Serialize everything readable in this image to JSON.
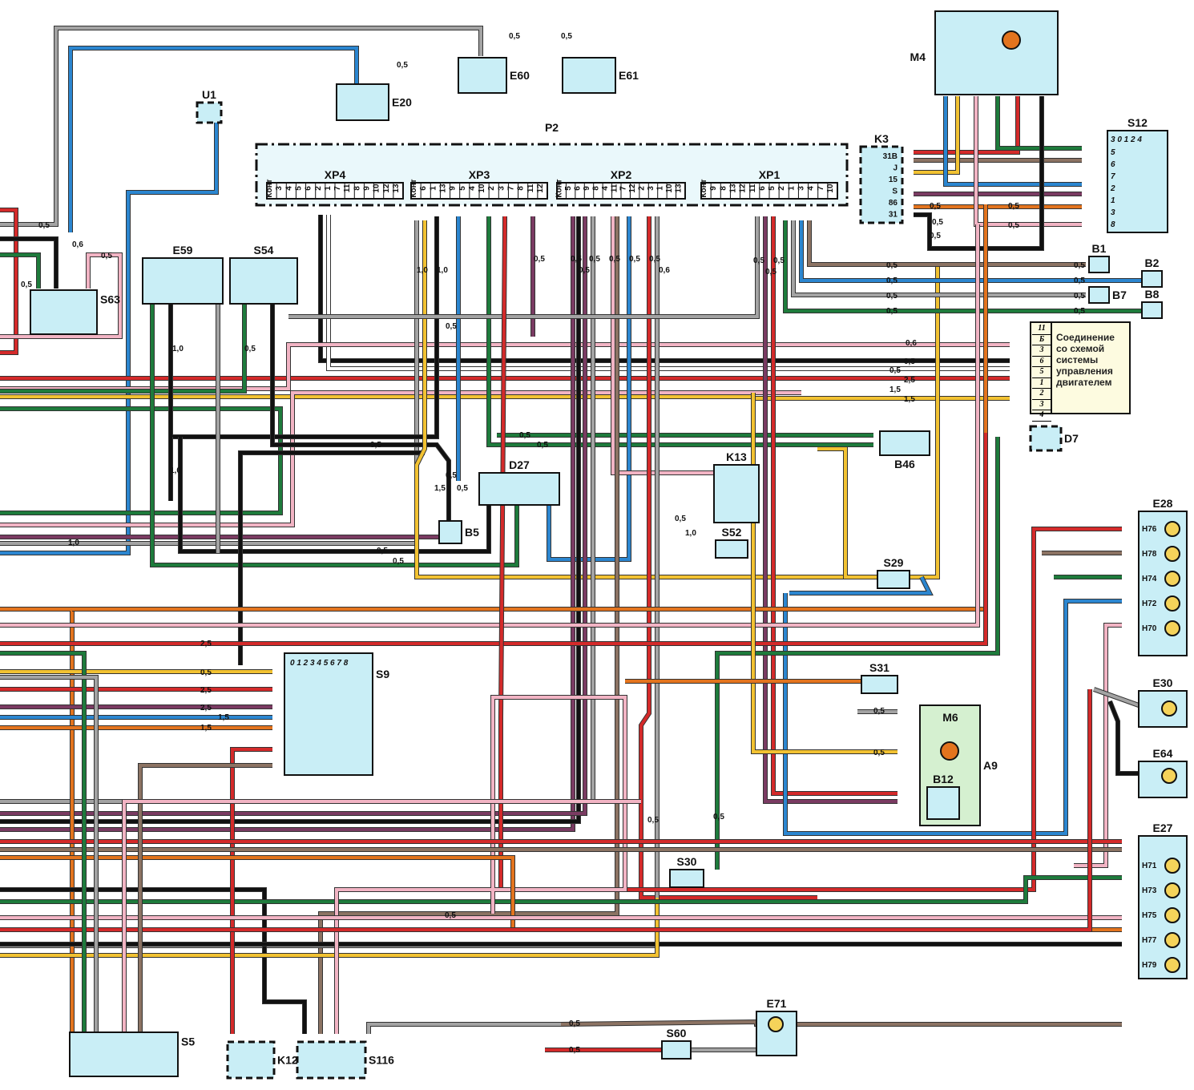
{
  "components": [
    {
      "id": "M4",
      "label": "M4"
    },
    {
      "id": "E20",
      "label": "E20"
    },
    {
      "id": "E60",
      "label": "E60"
    },
    {
      "id": "E61",
      "label": "E61"
    },
    {
      "id": "U1",
      "label": "U1"
    },
    {
      "id": "P2",
      "label": "P2"
    },
    {
      "id": "XP4",
      "label": "XP4"
    },
    {
      "id": "XP3",
      "label": "XP3"
    },
    {
      "id": "XP2",
      "label": "XP2"
    },
    {
      "id": "XP1",
      "label": "XP1"
    },
    {
      "id": "K3",
      "label": "K3"
    },
    {
      "id": "S12",
      "label": "S12"
    },
    {
      "id": "B1",
      "label": "B1"
    },
    {
      "id": "B2",
      "label": "B2"
    },
    {
      "id": "B7",
      "label": "B7"
    },
    {
      "id": "B8",
      "label": "B8"
    },
    {
      "id": "S63",
      "label": "S63"
    },
    {
      "id": "E59",
      "label": "E59"
    },
    {
      "id": "S54",
      "label": "S54"
    },
    {
      "id": "D7",
      "label": "D7"
    },
    {
      "id": "B46",
      "label": "B46"
    },
    {
      "id": "D27",
      "label": "D27"
    },
    {
      "id": "B5",
      "label": "B5"
    },
    {
      "id": "K13",
      "label": "K13"
    },
    {
      "id": "S52",
      "label": "S52"
    },
    {
      "id": "S29",
      "label": "S29"
    },
    {
      "id": "E28",
      "label": "E28"
    },
    {
      "id": "S9",
      "label": "S9"
    },
    {
      "id": "S31",
      "label": "S31"
    },
    {
      "id": "E30",
      "label": "E30"
    },
    {
      "id": "M6",
      "label": "M6"
    },
    {
      "id": "A9",
      "label": "A9"
    },
    {
      "id": "B12",
      "label": "B12"
    },
    {
      "id": "E64",
      "label": "E64"
    },
    {
      "id": "E27",
      "label": "E27"
    },
    {
      "id": "S30",
      "label": "S30"
    },
    {
      "id": "E71",
      "label": "E71"
    },
    {
      "id": "S60",
      "label": "S60"
    },
    {
      "id": "S5",
      "label": "S5"
    },
    {
      "id": "K12",
      "label": "K12"
    },
    {
      "id": "S116",
      "label": "S116"
    }
  ],
  "k3_pins": [
    "31B",
    "J",
    "15",
    "S",
    "86",
    "31"
  ],
  "s12_positions": "3 0 1 2 4",
  "s12_pins": [
    "5",
    "6",
    "7",
    "2",
    "1",
    "3",
    "8"
  ],
  "s9_positions": "0 1 2 3 4 5 6 7 8",
  "e28_lamps": [
    "H76",
    "H78",
    "H74",
    "H72",
    "H70"
  ],
  "e27_lamps": [
    "H71",
    "H73",
    "H75",
    "H77",
    "H79"
  ],
  "xp_pins": {
    "XP4": [
      "Конт",
      "3",
      "4",
      "5",
      "6",
      "2",
      "1",
      "7",
      "11",
      "8",
      "9",
      "10",
      "12",
      "13"
    ],
    "XP3": [
      "Конт",
      "6",
      "1",
      "13",
      "9",
      "5",
      "4",
      "10",
      "2",
      "3",
      "7",
      "8",
      "11",
      "12"
    ],
    "XP2": [
      "Конт",
      "5",
      "6",
      "9",
      "8",
      "4",
      "11",
      "7",
      "12",
      "2",
      "3",
      "1",
      "10",
      "13"
    ],
    "XP1": [
      "Конт",
      "9",
      "8",
      "13",
      "12",
      "11",
      "6",
      "5",
      "2",
      "1",
      "3",
      "4",
      "7",
      "10"
    ]
  },
  "engine_connection": {
    "text": "Соединение со схемой системы управления двигателем",
    "pins": [
      "11",
      "Б",
      "3",
      "6",
      "5",
      "1",
      "2",
      "3",
      "4"
    ]
  },
  "wire_labels": [
    "0,5",
    "0,5",
    "0,5",
    "0,5",
    "0,6",
    "0,5",
    "0,5",
    "0,5",
    "1,0",
    "0,5",
    "0,5",
    "1,0",
    "1,0",
    "0,5",
    "0,5",
    "0,5",
    "0,5",
    "0,5",
    "0,5",
    "0,6",
    "0,5",
    "0,5",
    "0,5",
    "0,5",
    "0,5",
    "0,5",
    "0,5",
    "0,5",
    "0,5",
    "0,5",
    "0,5",
    "0,5",
    "0,6",
    "0,5",
    "0,5",
    "2,5",
    "1,5",
    "1,5",
    "0,5",
    "0,5",
    "0,5",
    "0,5",
    "1,5",
    "0,5",
    "0,5",
    "0,5",
    "1,0",
    "0,5",
    "0,5",
    "0,5",
    "0,5",
    "1,0",
    "0,5",
    "1,0",
    "2,5",
    "2,5",
    "2,5",
    "1,5",
    "1,5",
    "0,5",
    "0,5",
    "0,5",
    "0,5",
    "0,5",
    "0,5",
    "0,5",
    "0,5"
  ],
  "colors": {
    "component_fill": "#c9eef6",
    "note_fill": "#fdfbe0",
    "red": "#d42a2a",
    "blue": "#2b86d0",
    "green": "#1e7b3c",
    "yellow": "#f2c232",
    "pink": "#f2b4c4",
    "grey": "#a3a3a3",
    "black": "#111111",
    "brown": "#8c7363",
    "violet": "#7a3b62",
    "orange": "#e3741e",
    "white": "#ffffff"
  }
}
